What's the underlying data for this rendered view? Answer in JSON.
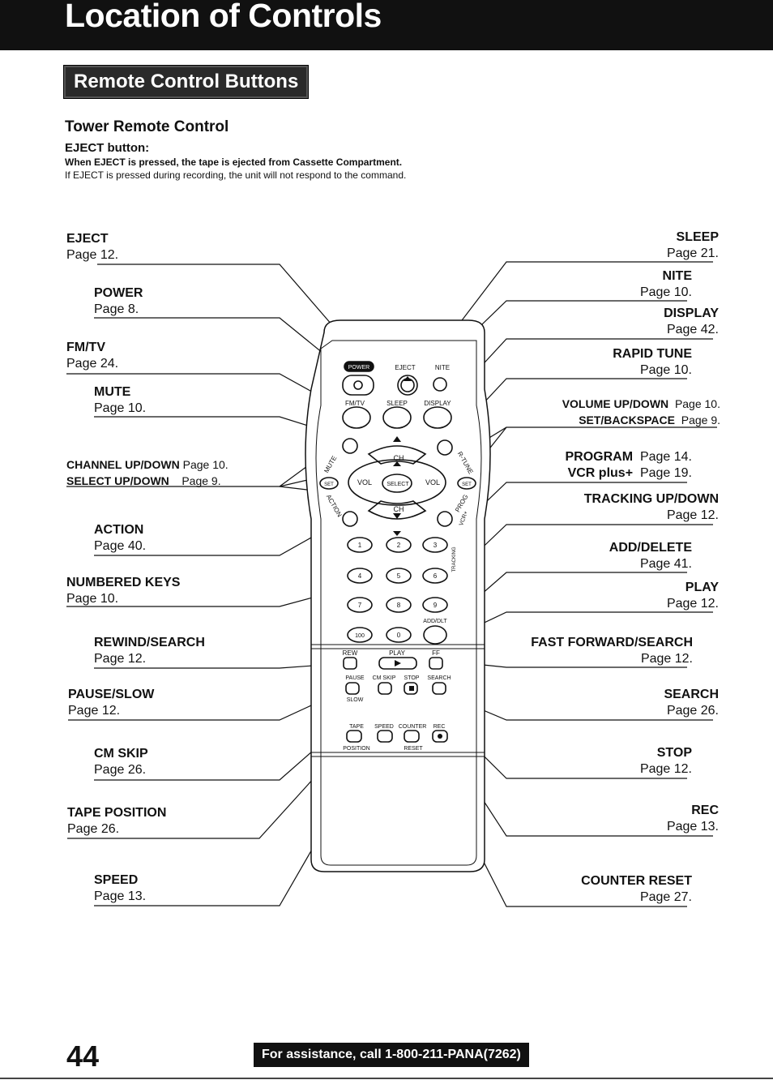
{
  "header": {
    "title": "Location of Controls"
  },
  "section": {
    "title": "Remote Control Buttons"
  },
  "subtitle": "Tower Remote Control",
  "eject_info": {
    "heading": "EJECT button:",
    "line1": "When EJECT is pressed, the tape is ejected from Cassette Compartment.",
    "line2": "If EJECT is pressed during recording, the unit will not respond to the command."
  },
  "left_labels": [
    {
      "name": "EJECT",
      "page": "Page 12."
    },
    {
      "name": "POWER",
      "page": "Page 8."
    },
    {
      "name": "FM/TV",
      "page": "Page 24."
    },
    {
      "name": "MUTE",
      "page": "Page 10."
    },
    {
      "name": "ACTION",
      "page": "Page 40."
    },
    {
      "name": "NUMBERED KEYS",
      "page": "Page 10."
    },
    {
      "name": "REWIND/SEARCH",
      "page": "Page 12."
    },
    {
      "name": "PAUSE/SLOW",
      "page": "Page 12."
    },
    {
      "name": "CM SKIP",
      "page": "Page 26."
    },
    {
      "name": "TAPE POSITION",
      "page": "Page 26."
    },
    {
      "name": "SPEED",
      "page": "Page 13."
    }
  ],
  "channel": {
    "line1_name": "CHANNEL UP/DOWN",
    "line1_page": "Page 10.",
    "line2_name": "SELECT UP/DOWN",
    "line2_page": "Page 9."
  },
  "right_labels": [
    {
      "name": "SLEEP",
      "page": "Page 21."
    },
    {
      "name": "NITE",
      "page": "Page 10."
    },
    {
      "name": "DISPLAY",
      "page": "Page 42."
    },
    {
      "name": "RAPID TUNE",
      "page": "Page 10."
    },
    {
      "name": "TRACKING UP/DOWN",
      "page": "Page 12."
    },
    {
      "name": "ADD/DELETE",
      "page": "Page 41."
    },
    {
      "name": "PLAY",
      "page": "Page 12."
    },
    {
      "name": "FAST FORWARD/SEARCH",
      "page": "Page 12."
    },
    {
      "name": "SEARCH",
      "page": "Page 26."
    },
    {
      "name": "STOP",
      "page": "Page 12."
    },
    {
      "name": "REC",
      "page": "Page 13."
    },
    {
      "name": "COUNTER RESET",
      "page": "Page 27."
    }
  ],
  "volume": {
    "line1_name": "VOLUME UP/DOWN",
    "line1_page": "Page 10.",
    "line2_name": "SET/BACKSPACE",
    "line2_page": "Page   9."
  },
  "program": {
    "line1_name": "PROGRAM",
    "line1_page": "Page 14.",
    "line2_name": "VCR plus+",
    "line2_page": "Page 19."
  },
  "remote": {
    "power": "POWER",
    "eject": "EJECT",
    "nite": "NITE",
    "fmtv": "FM/TV",
    "sleep": "SLEEP",
    "display": "DISPLAY",
    "ch": "CH",
    "vol": "VOL",
    "select": "SELECT",
    "set": "SET",
    "mute": "MUTE",
    "rtune": "R-TUNE",
    "action": "ACTION",
    "prog": "PROG",
    "vcr": "VCR+",
    "tracking": "TRACKING",
    "keys": [
      "1",
      "2",
      "3",
      "4",
      "5",
      "6",
      "7",
      "8",
      "9",
      "100",
      "0"
    ],
    "adddlt": "ADD/DLT",
    "rew": "REW",
    "play": "PLAY",
    "ff": "FF",
    "pause": "PAUSE",
    "cmskip": "CM SKIP",
    "stop": "STOP",
    "search": "SEARCH",
    "slow": "SLOW",
    "tape": "TAPE",
    "speed": "SPEED",
    "counter": "COUNTER",
    "rec": "REC",
    "position": "POSITION",
    "reset": "RESET"
  },
  "footer": {
    "page_number": "44",
    "assistance": "For assistance, call 1-800-211-PANA(7262)"
  }
}
